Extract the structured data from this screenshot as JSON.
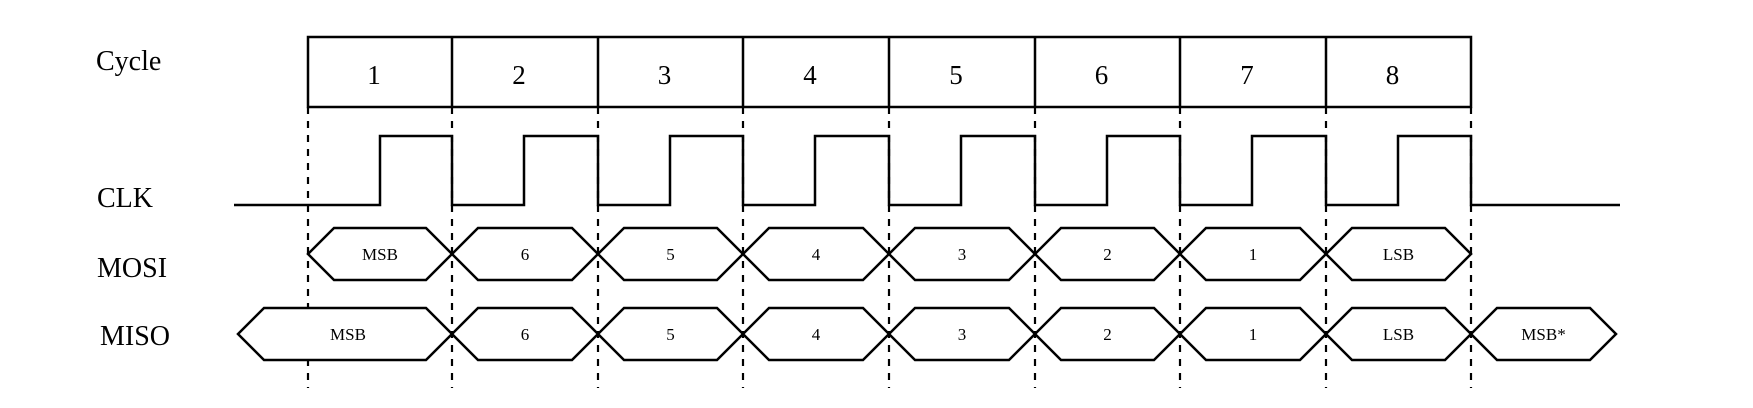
{
  "labels": {
    "cycle": "Cycle",
    "clk": "CLK",
    "mosi": "MOSI",
    "miso": "MISO"
  },
  "cycles": [
    "1",
    "2",
    "3",
    "4",
    "5",
    "6",
    "7",
    "8"
  ],
  "mosi": [
    "MSB",
    "6",
    "5",
    "4",
    "3",
    "2",
    "1",
    "LSB"
  ],
  "miso": {
    "lead": "MSB",
    "cells": [
      "6",
      "5",
      "4",
      "3",
      "2",
      "1",
      "LSB"
    ],
    "tail": "MSB*"
  }
}
